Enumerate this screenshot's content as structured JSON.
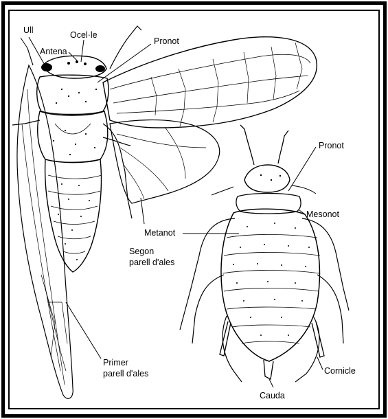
{
  "labels": {
    "ull": "Ull",
    "ocelle": "Ocel·le",
    "antena": "Antena",
    "pronot_cicada": "Pronot",
    "segon_line1": "Segon",
    "segon_line2": "parell d'ales",
    "primer_line1": "Primer",
    "primer_line2": "parell d'ales",
    "pronot_aphid": "Pronot",
    "mesonot": "Mesonot",
    "metanot": "Metanot",
    "cornicle": "Cornicle",
    "cauda": "Cauda"
  },
  "colors": {
    "ink": "#000000",
    "paper": "#ffffff"
  }
}
